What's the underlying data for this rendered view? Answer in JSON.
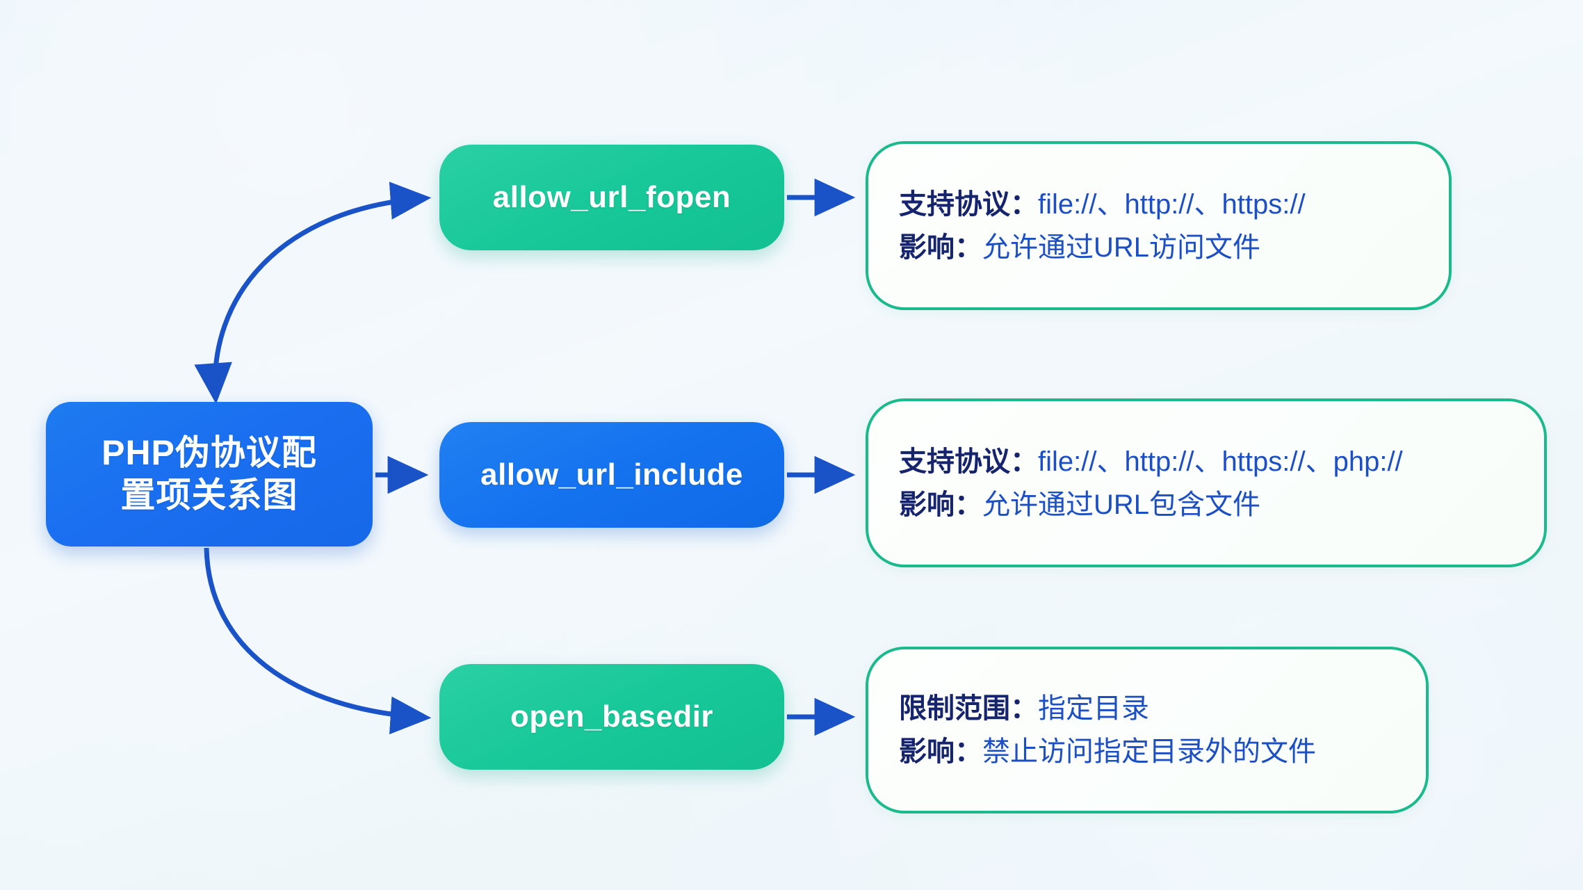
{
  "diagram": {
    "title": "PHP伪协议配置项关系图",
    "root": {
      "label": "PHP伪协议配\n置项关系图",
      "color": "#1a6ff0"
    },
    "accent_colors": {
      "blue": "#1a6ff0",
      "green": "#18c899",
      "card_border": "#1bba8d",
      "edge": "#1a52c8",
      "label_text": "#16246e",
      "value_text": "#1c4ec4",
      "background": "#eef4fa"
    },
    "nodes": [
      {
        "id": "allow_url_fopen",
        "label": "allow_url_fopen",
        "style": "green",
        "details": [
          {
            "label": "支持协议：",
            "value": "file://、http://、https://"
          },
          {
            "label": "影响：",
            "value": "允许通过URL访问文件"
          }
        ]
      },
      {
        "id": "allow_url_include",
        "label": "allow_url_include",
        "style": "blue",
        "details": [
          {
            "label": "支持协议：",
            "value": "file://、http://、https://、php://"
          },
          {
            "label": "影响：",
            "value": "允许通过URL包含文件"
          }
        ]
      },
      {
        "id": "open_basedir",
        "label": "open_basedir",
        "style": "green",
        "details": [
          {
            "label": "限制范围：",
            "value": "指定目录"
          },
          {
            "label": "影响：",
            "value": "禁止访问指定目录外的文件"
          }
        ]
      }
    ],
    "edges": [
      {
        "id": "root-to-allow_url_fopen",
        "from": "root",
        "to": "allow_url_fopen",
        "shape": "curve-up",
        "arrowheads": "both"
      },
      {
        "id": "root-to-allow_url_include",
        "from": "root",
        "to": "allow_url_include",
        "shape": "straight",
        "arrowheads": "end"
      },
      {
        "id": "root-to-open_basedir",
        "from": "root",
        "to": "open_basedir",
        "shape": "curve-down",
        "arrowheads": "end"
      },
      {
        "id": "allow_url_fopen-to-card1",
        "from": "allow_url_fopen",
        "to": "card-1",
        "shape": "straight",
        "arrowheads": "end"
      },
      {
        "id": "allow_url_include-to-card2",
        "from": "allow_url_include",
        "to": "card-2",
        "shape": "straight",
        "arrowheads": "end"
      },
      {
        "id": "open_basedir-to-card3",
        "from": "open_basedir",
        "to": "card-3",
        "shape": "straight",
        "arrowheads": "end"
      }
    ]
  }
}
